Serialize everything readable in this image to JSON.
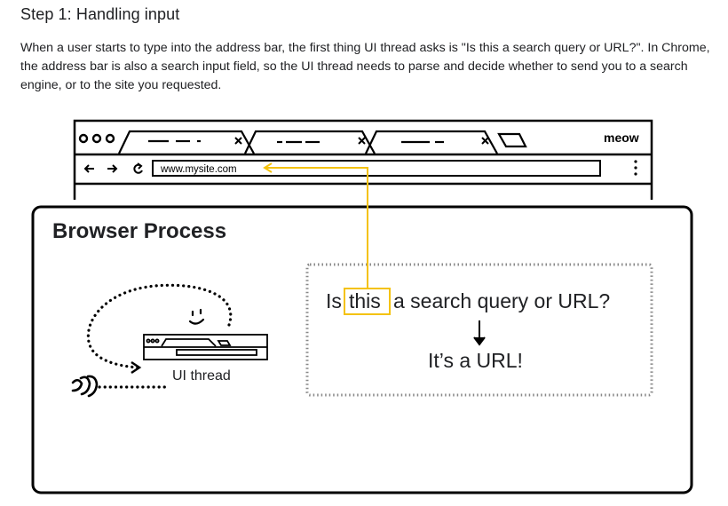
{
  "article": {
    "heading": "Step 1: Handling input",
    "paragraph": "When a user starts to type into the address bar, the first thing UI thread asks is \"Is this a search query or URL?\". In Chrome, the address bar is also a search input field, so the UI thread needs to parse and decide whether to send you to a search engine, or to the site you requested."
  },
  "figure": {
    "browser_brand": "meow",
    "url": "www.mysite.com",
    "process_title": "Browser Process",
    "thread_label": "UI thread",
    "question_prefix": "Is",
    "question_highlight": "this",
    "question_suffix": "a search query or URL?",
    "answer": "It’s a URL!",
    "highlight_color": "#f4c20d"
  }
}
